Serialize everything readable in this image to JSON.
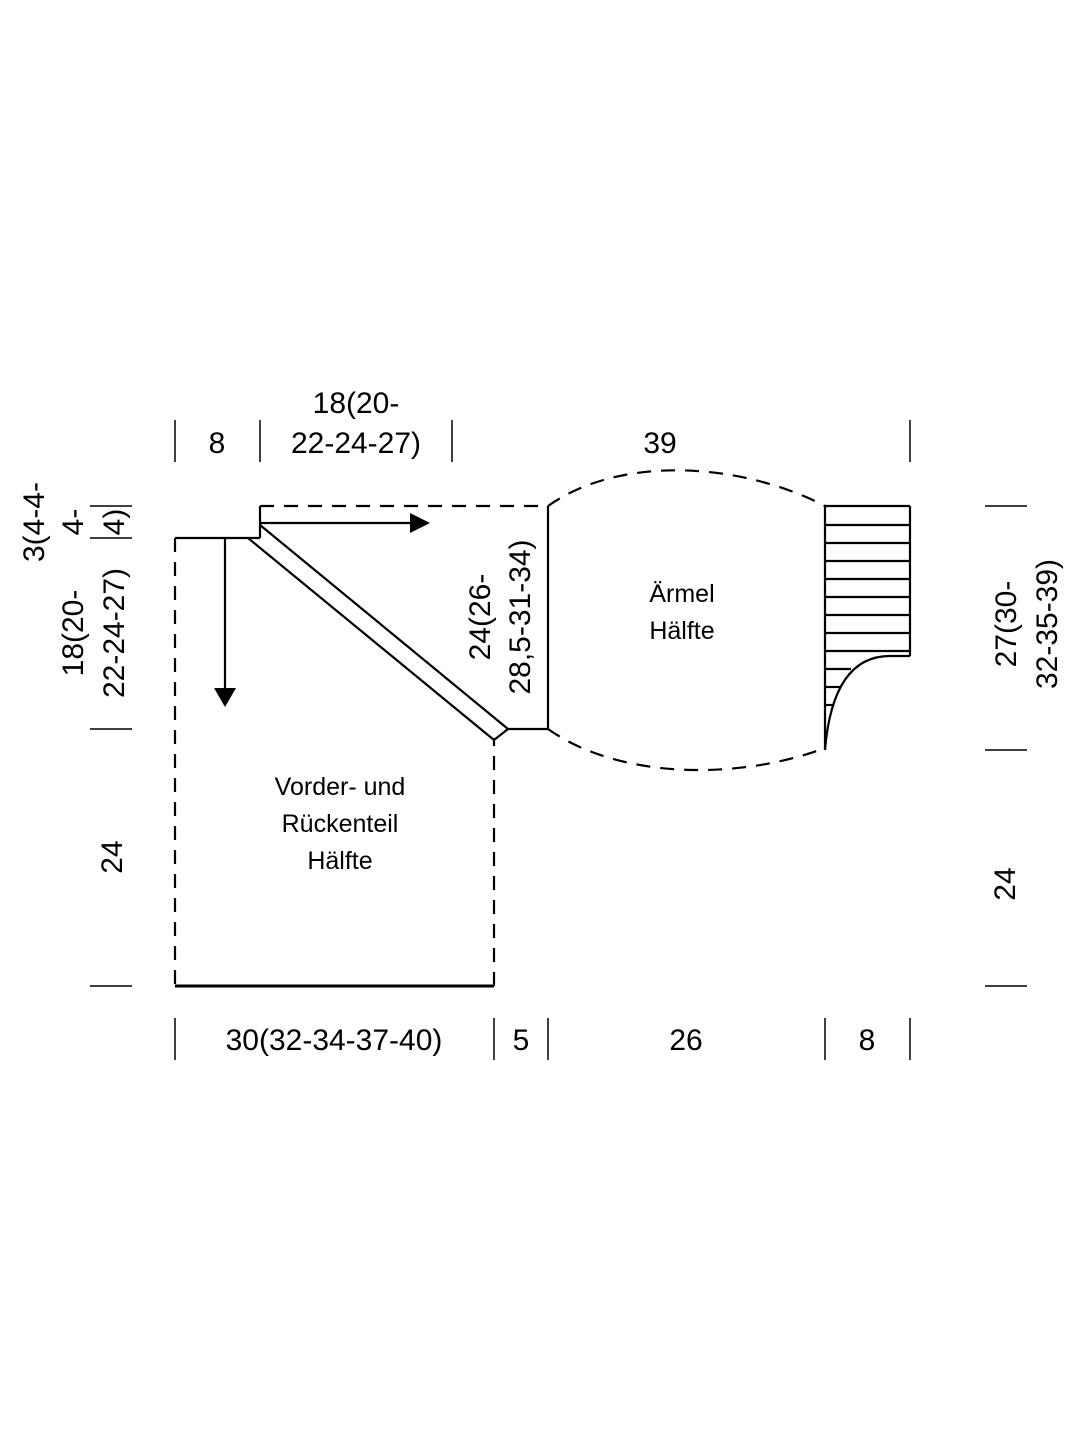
{
  "top_dims": {
    "neck_width": "8",
    "shoulder_line1": "18(20-",
    "shoulder_line2": "22-24-27)",
    "sleeve_length": "39"
  },
  "bottom_dims": {
    "half_body_width": "30(32-34-37-40)",
    "underarm": "5",
    "sleeve_main": "26",
    "cuff": "8"
  },
  "left_dims": {
    "shoulder_drop_line1": "3(4-4-",
    "shoulder_drop_line2": "4-",
    "shoulder_drop_line3": "4)",
    "armhole_line1": "18(20-",
    "armhole_line2": "22-24-27)",
    "body_length": "24"
  },
  "middle_dims": {
    "sleeve_top_line1": "24(26-",
    "sleeve_top_line2": "28,5-31-34)"
  },
  "right_dims": {
    "sleeve_width_line1": "27(30-",
    "sleeve_width_line2": "32-35-39)",
    "lower_length": "24"
  },
  "labels": {
    "body_line1": "Vorder- und",
    "body_line2": "Rückenteil",
    "body_line3": "Hälfte",
    "sleeve_line1": "Ärmel",
    "sleeve_line2": "Hälfte"
  }
}
